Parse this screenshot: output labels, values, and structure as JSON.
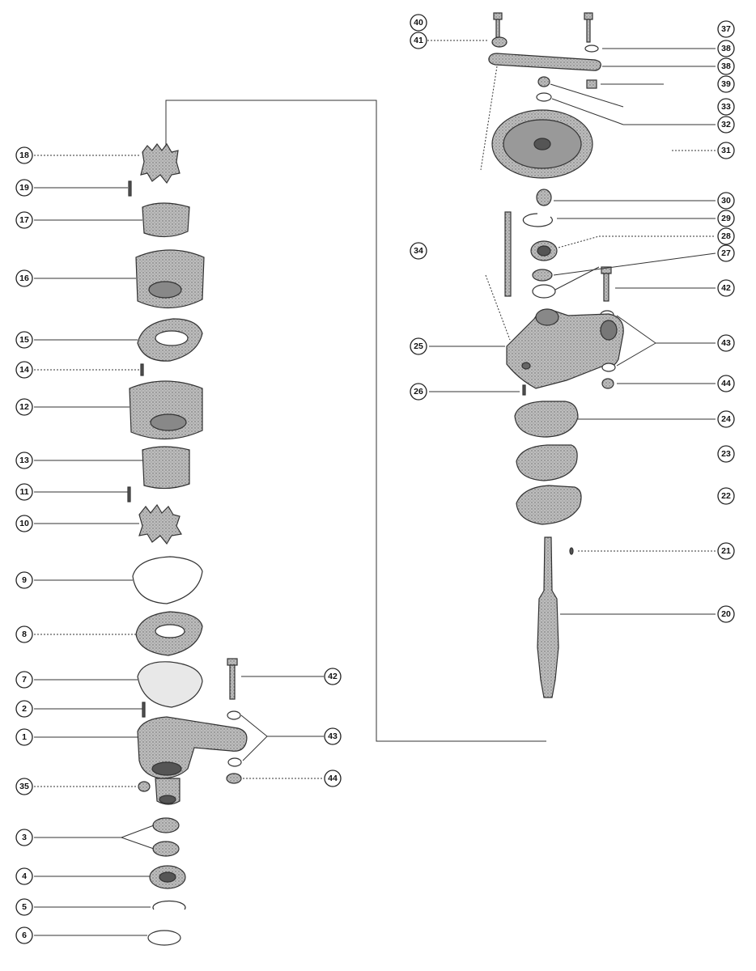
{
  "callouts": [
    {
      "id": "c40",
      "label": "40"
    },
    {
      "id": "c41",
      "label": "41"
    },
    {
      "id": "c37",
      "label": "37"
    },
    {
      "id": "c38a",
      "label": "38"
    },
    {
      "id": "c38b",
      "label": "38"
    },
    {
      "id": "c39",
      "label": "39"
    },
    {
      "id": "c33",
      "label": "33"
    },
    {
      "id": "c32",
      "label": "32"
    },
    {
      "id": "c31",
      "label": "31"
    },
    {
      "id": "c30",
      "label": "30"
    },
    {
      "id": "c29",
      "label": "29"
    },
    {
      "id": "c28",
      "label": "28"
    },
    {
      "id": "c27",
      "label": "27"
    },
    {
      "id": "c42r",
      "label": "42"
    },
    {
      "id": "c34",
      "label": "34"
    },
    {
      "id": "c25",
      "label": "25"
    },
    {
      "id": "c43r",
      "label": "43"
    },
    {
      "id": "c26",
      "label": "26"
    },
    {
      "id": "c44r",
      "label": "44"
    },
    {
      "id": "c24",
      "label": "24"
    },
    {
      "id": "c23",
      "label": "23"
    },
    {
      "id": "c22",
      "label": "22"
    },
    {
      "id": "c21",
      "label": "21"
    },
    {
      "id": "c20",
      "label": "20"
    },
    {
      "id": "c18",
      "label": "18"
    },
    {
      "id": "c19",
      "label": "19"
    },
    {
      "id": "c17",
      "label": "17"
    },
    {
      "id": "c16",
      "label": "16"
    },
    {
      "id": "c15",
      "label": "15"
    },
    {
      "id": "c14",
      "label": "14"
    },
    {
      "id": "c12",
      "label": "12"
    },
    {
      "id": "c13",
      "label": "13"
    },
    {
      "id": "c11",
      "label": "11"
    },
    {
      "id": "c10",
      "label": "10"
    },
    {
      "id": "c9",
      "label": "9"
    },
    {
      "id": "c8",
      "label": "8"
    },
    {
      "id": "c7",
      "label": "7"
    },
    {
      "id": "c2",
      "label": "2"
    },
    {
      "id": "c1",
      "label": "1"
    },
    {
      "id": "c35",
      "label": "35"
    },
    {
      "id": "c3",
      "label": "3"
    },
    {
      "id": "c4",
      "label": "4"
    },
    {
      "id": "c5",
      "label": "5"
    },
    {
      "id": "c6",
      "label": "6"
    },
    {
      "id": "c42l",
      "label": "42"
    },
    {
      "id": "c43l",
      "label": "43"
    },
    {
      "id": "c44l",
      "label": "44"
    }
  ]
}
